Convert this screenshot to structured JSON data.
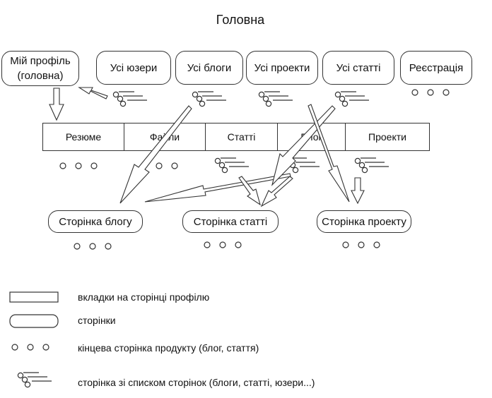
{
  "title": "Головна",
  "top_pages": [
    "Мій профіль\n(головна)",
    "Усі юзери",
    "Усі блоги",
    "Усі проекти",
    "Усі статті",
    "Реєстрація"
  ],
  "profile_tabs": [
    "Резюме",
    "Файли",
    "Статті",
    "Блог",
    "Проекти"
  ],
  "bottom_pages": [
    "Сторінка блогу",
    "Сторінка статті",
    "Сторінка проекту"
  ],
  "legend": {
    "tabs": "вкладки на сторінці профілю",
    "pages": "сторінки",
    "product_page": "кінцева сторінка продукту (блог, стаття)",
    "list_page": "сторінка зі списком сторінок (блоги, статті, юзери...)"
  }
}
